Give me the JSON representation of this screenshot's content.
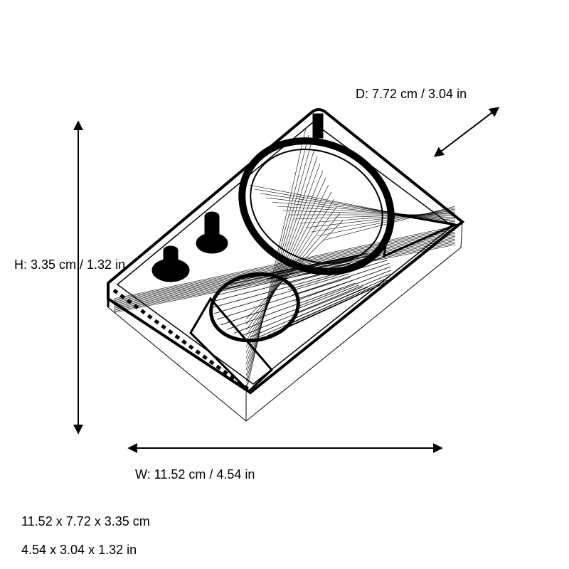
{
  "dimensions": {
    "depth_label": "D: 7.72 cm / 3.04 in",
    "height_label": "H: 3.35 cm / 1.32 in",
    "width_label": "W: 11.52 cm / 4.54 in"
  },
  "summary": {
    "metric": "11.52 x 7.72 x 3.35 cm",
    "imperial": "4.54 x 3.04 x 1.32 in"
  },
  "colors": {
    "line": "#000000",
    "background": "#ffffff"
  }
}
